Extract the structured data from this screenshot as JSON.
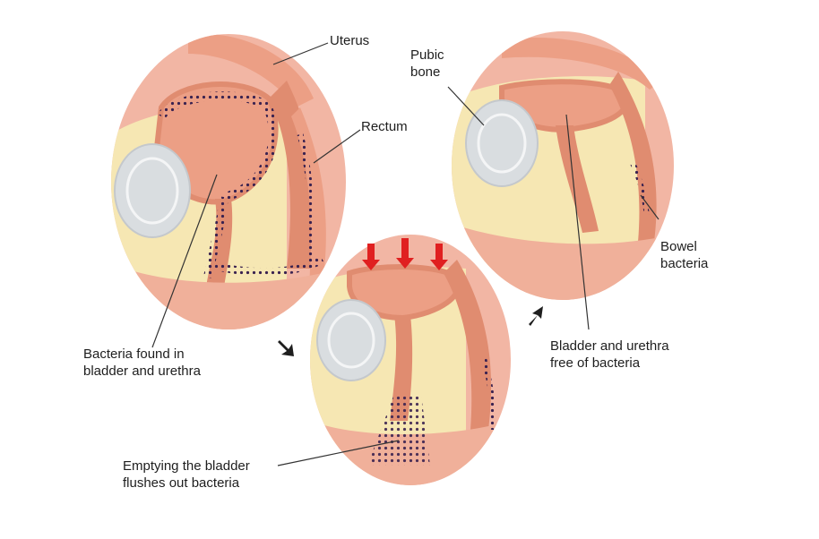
{
  "labels": {
    "uterus": "Uterus",
    "rectum": "Rectum",
    "pubic_bone": [
      "Pubic",
      "bone"
    ],
    "bowel_bacteria": [
      "Bowel",
      "bacteria"
    ],
    "bacteria_found": [
      "Bacteria found in",
      "bladder and urethra"
    ],
    "bladder_free": [
      "Bladder and urethra",
      "free of bacteria"
    ],
    "emptying": [
      "Emptying the bladder",
      "flushes out bacteria"
    ]
  },
  "colors": {
    "outer_skin": "#f2b6a4",
    "tissue": "#ec9f85",
    "muscle": "#e08c70",
    "fat": "#f6e7b3",
    "bone": "#d9dde0",
    "bacteria": "#3a2250",
    "arrow_red": "#e02020",
    "leader": "#333333"
  }
}
